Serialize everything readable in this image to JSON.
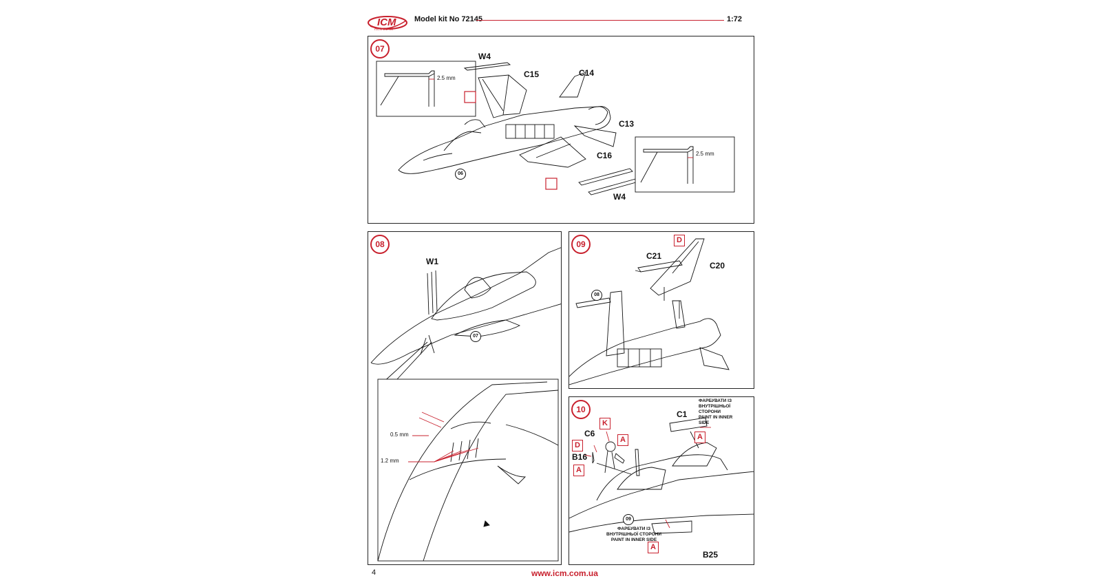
{
  "header": {
    "brand": "ICM",
    "tagline": "Hit in the Kit",
    "kit_label": "Model kit No 72145",
    "scale": "1:72"
  },
  "footer": {
    "page_number": "4",
    "website": "www.icm.com.ua"
  },
  "colors": {
    "accent": "#c8202d",
    "line": "#111111"
  },
  "step07": {
    "number": "07",
    "parts": [
      "W4",
      "C15",
      "C14",
      "C13",
      "C16",
      "W4"
    ],
    "dimension": "2.5 mm",
    "dimension2": "2.5 mm",
    "ref": "06"
  },
  "step08": {
    "number": "08",
    "part": "W1",
    "ref": "07",
    "dim_small": "0.5 mm",
    "dim_large": "1.2 mm"
  },
  "step09": {
    "number": "09",
    "paint": "D",
    "parts": [
      "C21",
      "C20"
    ],
    "ref": "08"
  },
  "step10": {
    "number": "10",
    "parts": [
      "C1",
      "C6",
      "B16",
      "B25"
    ],
    "paints": [
      "K",
      "A",
      "D",
      "A",
      "A",
      "A"
    ],
    "ref": "09",
    "note_top": [
      "ФАРБУВАТИ ІЗ",
      "ВНУТРІШНЬОЇ",
      "СТОРОНИ",
      "PAINT IN INNER",
      "SIDE"
    ],
    "note_bottom": [
      "ФАРБУВАТИ ІЗ",
      "ВНУТРІШНЬОЇ СТОРОНИ",
      "PAINT IN INNER SIDE"
    ]
  }
}
